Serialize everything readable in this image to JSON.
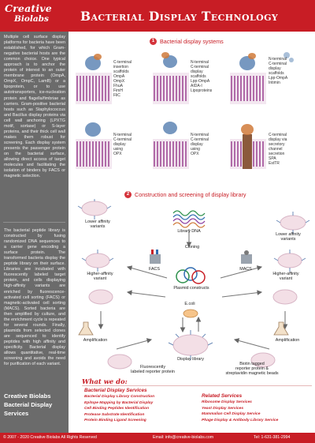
{
  "header": {
    "logo_line1": "Creative",
    "logo_line2": "Biolabs",
    "title": "Bacterial Display Technology"
  },
  "sidebar": {
    "text1": "Multiple cell surface display platforms for bacteria have been established, for which Gram-negative bacterial hosts are the common choice. One typical approach is to anchor the protein of interest to an outer membrane protein (OmpA, OmpX, OmpC, LamB) or a lipoprotein, or to use autotransporters, ice-nucleation protein and flagella/fimbriae as carriers. Gram-positive bacterial hosts such as Staphylococcus and Bacillus display proteins via cell wall anchoring (LPXTG motif, sortase) or S-layer proteins, and their thick cell wall makes them robust for screening. Each display system presents the passenger protein on the bacterial surface, allowing direct access of target molecules and facilitating the isolation of binders by FACS or magnetic selection.",
    "text2": "The bacterial peptide library is constructed by fusing randomized DNA sequences to a carrier gene encoding a surface protein. The transformed bacteria display the peptide library on their surface. Libraries are incubated with fluorescently labeled target protein, and cells displaying high-affinity variants are enriched by fluorescence-activated cell sorting (FACS) or magnetic-activated cell sorting (MACS). Sorted bacteria are then amplified by culture, and the enrichment cycle is repeated for several rounds. Finally, plasmids from selected clones are sequenced to identify peptides with high affinity and specificity. Bacterial display allows quantitative, real-time screening and avoids the need for purification of each variant.",
    "brand_line1": "Creative Biolabs",
    "brand_line2": "Bacterial Display",
    "brand_line3": "Services"
  },
  "sections": {
    "s1_num": "1",
    "s1_title": "Bacterial display systems",
    "s2_num": "2",
    "s2_title": "Construction and screening of display library"
  },
  "systems": {
    "cap1": "C-terminal\ninsertion\nscaffolds\nOmpA\nOmpX\nFhuA\nFimH\nFliC",
    "cap2": "N-terminal\nC-terminal\ndisplay\nscaffolds\nLpp-OmpA\nAIDA-I\nLipoproteins",
    "cap3": "N-terminal\nC-terminal\ndisplay\nscaffolds\nLpp-OmpA\nIntimin",
    "cap4": "N-terminal\nC-terminal\ndisplay\nusing\nOPX",
    "cap5": "N-terminal\nC-terminal\ndisplay\nusing\nOPX",
    "cap6": "C-terminal\ndisplay via\nsecretory\nchannel\nsecretion\nSPA\nEstTR"
  },
  "diagram": {
    "lower_affinity_left": "Lower affinity\nvariants",
    "library_dna": "Library DNA",
    "lower_affinity_right": "Lower affinity\nvariants",
    "cloning": "Cloning",
    "facs": "FACS",
    "plasmid_constructs": "Plasmid constructs",
    "macs": "MACS",
    "high_affinity_left": "Higher-affinity\nvariant",
    "high_affinity_right": "Higher-affinity\nvariant",
    "ecoli": "E.coli",
    "amplification_left": "Amplification",
    "amplification_right": "Amplification",
    "fluor_label": "Fluorescently\nlabeled reporter protein",
    "display_library": "Display library",
    "biotin_label": "Biotin tagged\nreporter protein &\nstreptavidin magnetic beads"
  },
  "whatwedo": {
    "title": "What we do:",
    "col1_head": "Bacterial Display Services",
    "col1_items": [
      "Bacterial Display Library Construction",
      "Epitope Mapping by Bacterial Display",
      "Cell Binding Peptides Identification",
      "Protease Substrate Identification",
      "Protein Binding Ligand Screening"
    ],
    "col2_head": "Related Services",
    "col2_items": [
      "Ribosome Display Services",
      "Yeast Display Services",
      "Mammalian Cell Display Service",
      "Phage Display & Antibody Library Service"
    ]
  },
  "footer": {
    "copyright": "© 2007 - 2020 Creative Biolabs All Rights Reserved",
    "email": "Email: info@creative-biolabs.com",
    "tel": "Tel: 1-631-381-2994"
  },
  "colors": {
    "brand_red": "#c81d25",
    "sidebar_gray": "#6b6b6b"
  }
}
